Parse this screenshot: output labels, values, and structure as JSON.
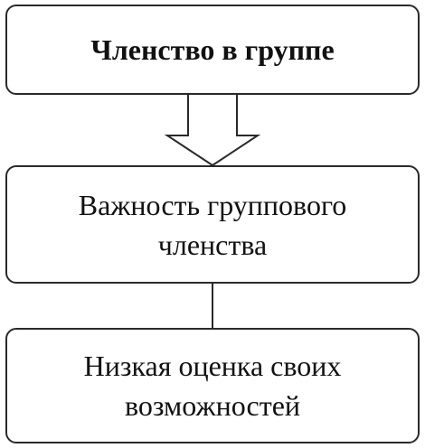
{
  "nodes": {
    "membership": {
      "label": "Членство в группе"
    },
    "importance": {
      "line1": "Важность группового",
      "line2": "членства"
    },
    "low_self_assessment": {
      "line1": "Низкая оценка своих",
      "line2": "возможностей"
    }
  },
  "colors": {
    "stroke": "#2a2a2a",
    "background": "#ffffff",
    "text": "#111111"
  }
}
